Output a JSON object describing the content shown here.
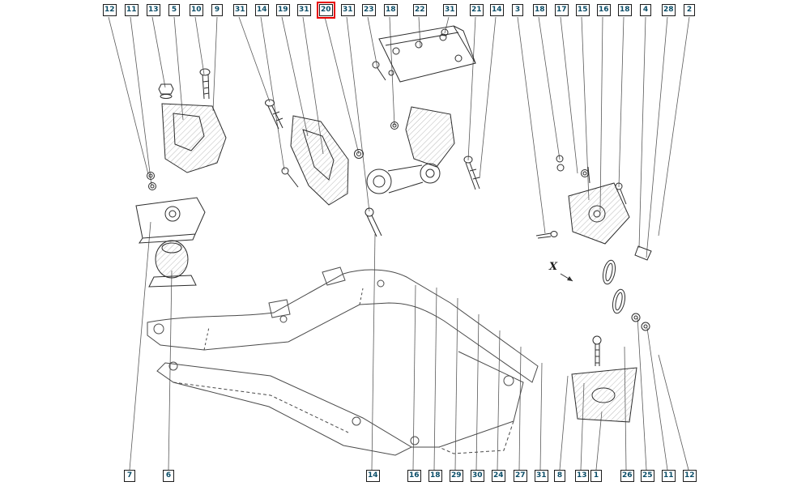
{
  "diagram": {
    "type": "exploded-parts-diagram",
    "subject": "Engine mounting parts on front subframe (exploded technical line drawing)",
    "highlighted_callout": "20",
    "x_marker": "X"
  },
  "colors": {
    "background": "#ffffff",
    "callout_text": "#0a4d68",
    "callout_border": "#1c1c1c",
    "highlight": "#e60000",
    "leader_line": "#5a5a5a",
    "artwork_line": "#2d2d2d"
  },
  "top_callouts": [
    "12",
    "11",
    "13",
    "5",
    "10",
    "9",
    "31",
    "14",
    "19",
    "31",
    "20",
    "31",
    "23",
    "18",
    "22",
    "31",
    "21",
    "14",
    "3",
    "18",
    "17",
    "15",
    "16",
    "18",
    "4",
    "28",
    "2"
  ],
  "bottom_callouts": [
    "7",
    "6",
    "14",
    "16",
    "18",
    "29",
    "30",
    "24",
    "27",
    "31",
    "8",
    "13",
    "1",
    "26",
    "25",
    "11",
    "12"
  ]
}
